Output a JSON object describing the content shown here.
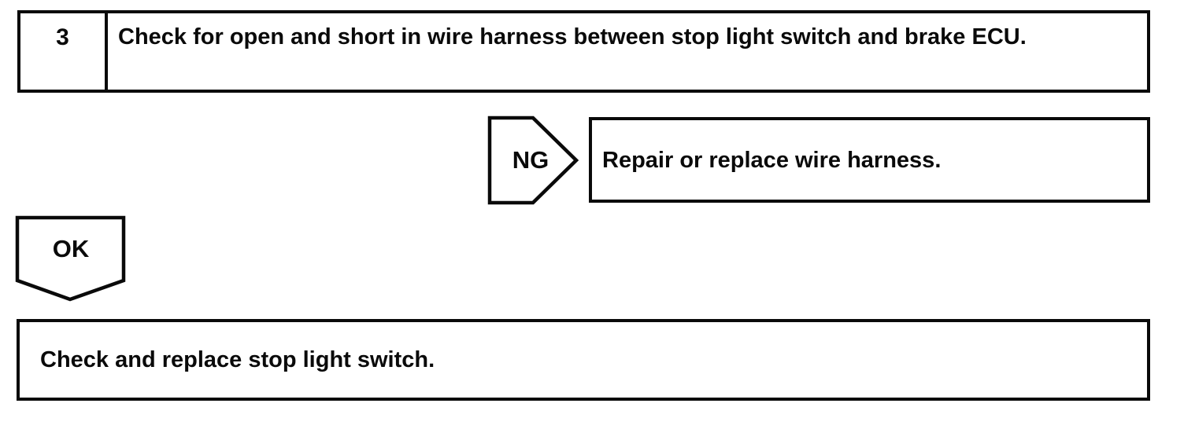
{
  "page": {
    "background_color": "#ffffff",
    "ink_color": "#0a0a0a"
  },
  "flowchart": {
    "step_box": {
      "number": "3",
      "instruction": "Check for open and short in wire harness between stop light switch and brake ECU."
    },
    "ng_branch": {
      "connector_label": "NG",
      "action": "Repair or replace wire harness."
    },
    "ok_branch": {
      "connector_label": "OK"
    },
    "result_box": {
      "action": "Check and replace stop light switch."
    }
  }
}
